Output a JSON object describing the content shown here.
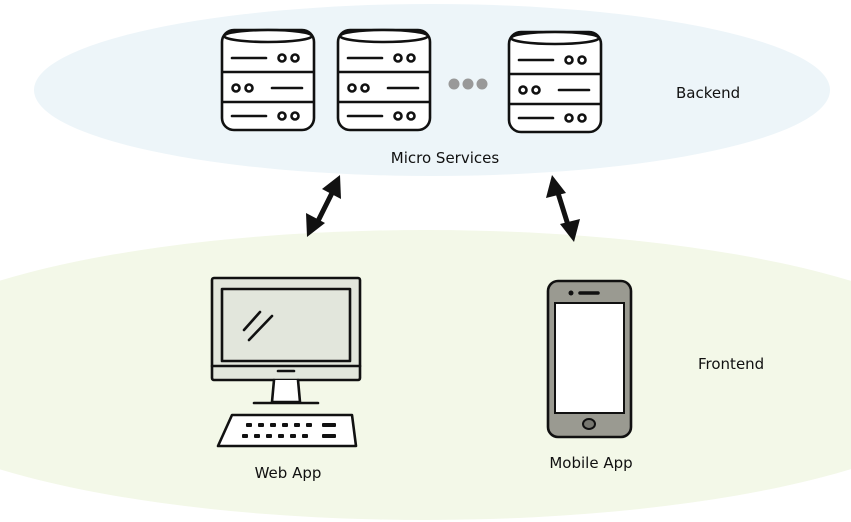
{
  "regions": {
    "backend": {
      "label": "Backend",
      "caption": "Micro Services",
      "color": "#edf5f9"
    },
    "frontend": {
      "label": "Frontend",
      "color": "#f3f8e8"
    }
  },
  "clients": {
    "web_app": {
      "label": "Web App"
    },
    "mobile_app": {
      "label": "Mobile App"
    }
  },
  "icons": {
    "server": "server-stack-icon",
    "more": "ellipsis-icon",
    "desktop": "desktop-computer-icon",
    "keyboard": "keyboard-icon",
    "phone": "smartphone-icon",
    "arrow": "bidirectional-arrow-icon"
  },
  "colors": {
    "device_fill": "#e2e6dc",
    "server_fill": "#ffffff",
    "phone_body": "#9a9a91",
    "dots": "#999999"
  }
}
